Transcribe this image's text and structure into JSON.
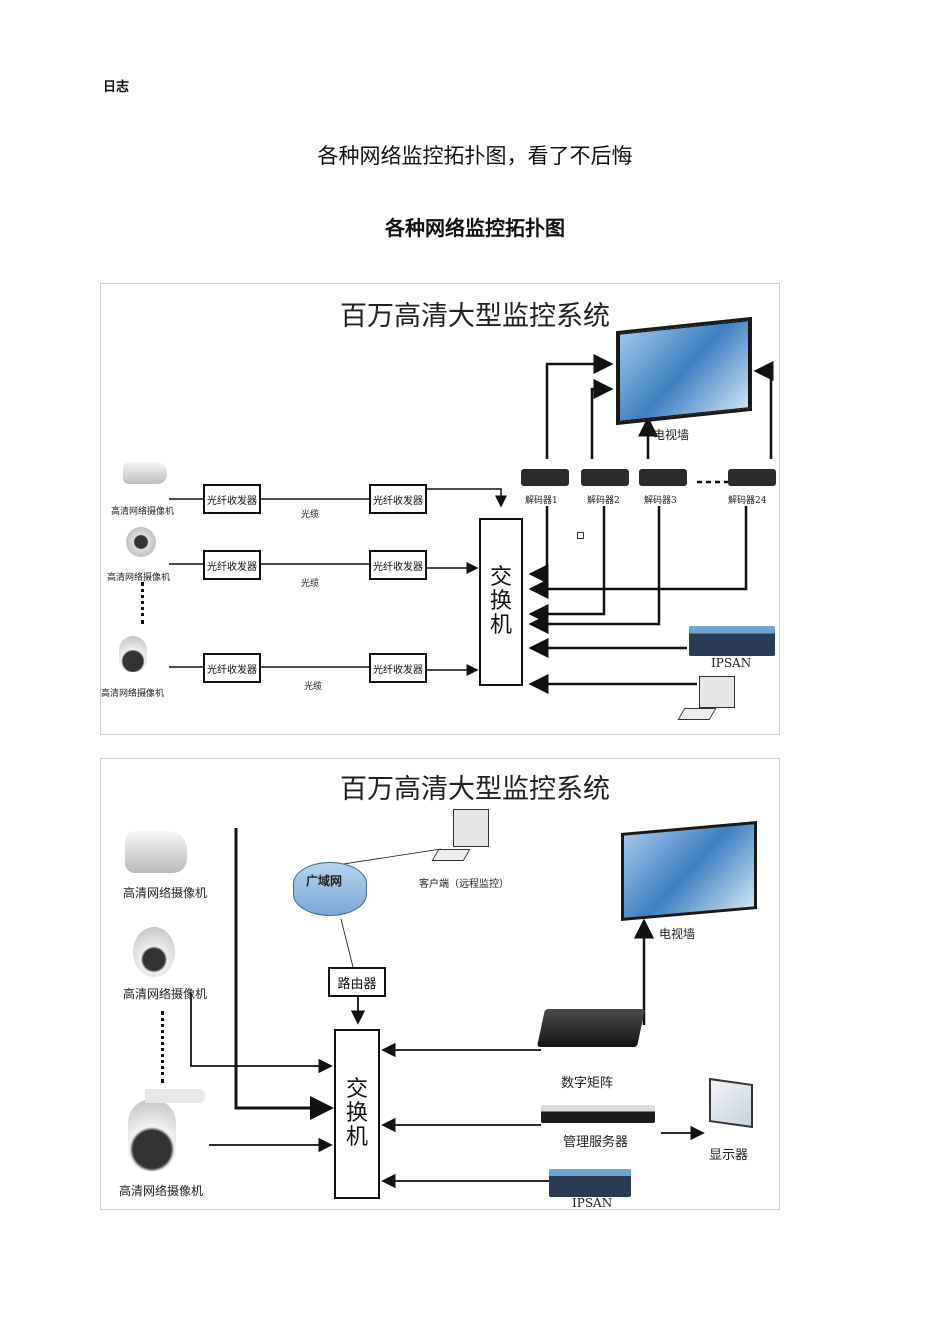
{
  "page": {
    "header_label": "日志",
    "title": "各种网络监控拓扑图，看了不后悔",
    "subtitle": "各种网络监控拓扑图"
  },
  "figure1": {
    "title": "百万高清大型监控系统",
    "cameras": [
      {
        "label": "高清网络摄像机",
        "type": "bullet-camera"
      },
      {
        "label": "高清网络摄像机",
        "type": "dome-camera"
      },
      {
        "label": "高清网络摄像机",
        "type": "ptz-camera"
      }
    ],
    "transceiver_label": "光纤收发器",
    "cable_labels": [
      "光缆",
      "光缆",
      "光缆"
    ],
    "switch_label": [
      "交",
      "换",
      "机"
    ],
    "decoders": [
      "解码器1",
      "解码器2",
      "解码器3",
      "解码器24"
    ],
    "video_wall_label": "电视墙",
    "storage_label": "IPSAN"
  },
  "figure2": {
    "title": "百万高清大型监控系统",
    "cameras": [
      {
        "label": "高清网络摄像机",
        "type": "bullet-camera"
      },
      {
        "label": "高清网络摄像机",
        "type": "dome-camera"
      },
      {
        "label": "高清网络摄像机",
        "type": "ptz-camera"
      }
    ],
    "wan_label": "广域网",
    "client_label": "客户端（远程监控）",
    "router_label": "路由器",
    "switch_label": [
      "交",
      "换",
      "机"
    ],
    "video_wall_label": "电视墙",
    "matrix_label": "数字矩阵",
    "mgmt_server_label": "管理服务器",
    "display_label": "显示器",
    "storage_label": "IPSAN"
  }
}
